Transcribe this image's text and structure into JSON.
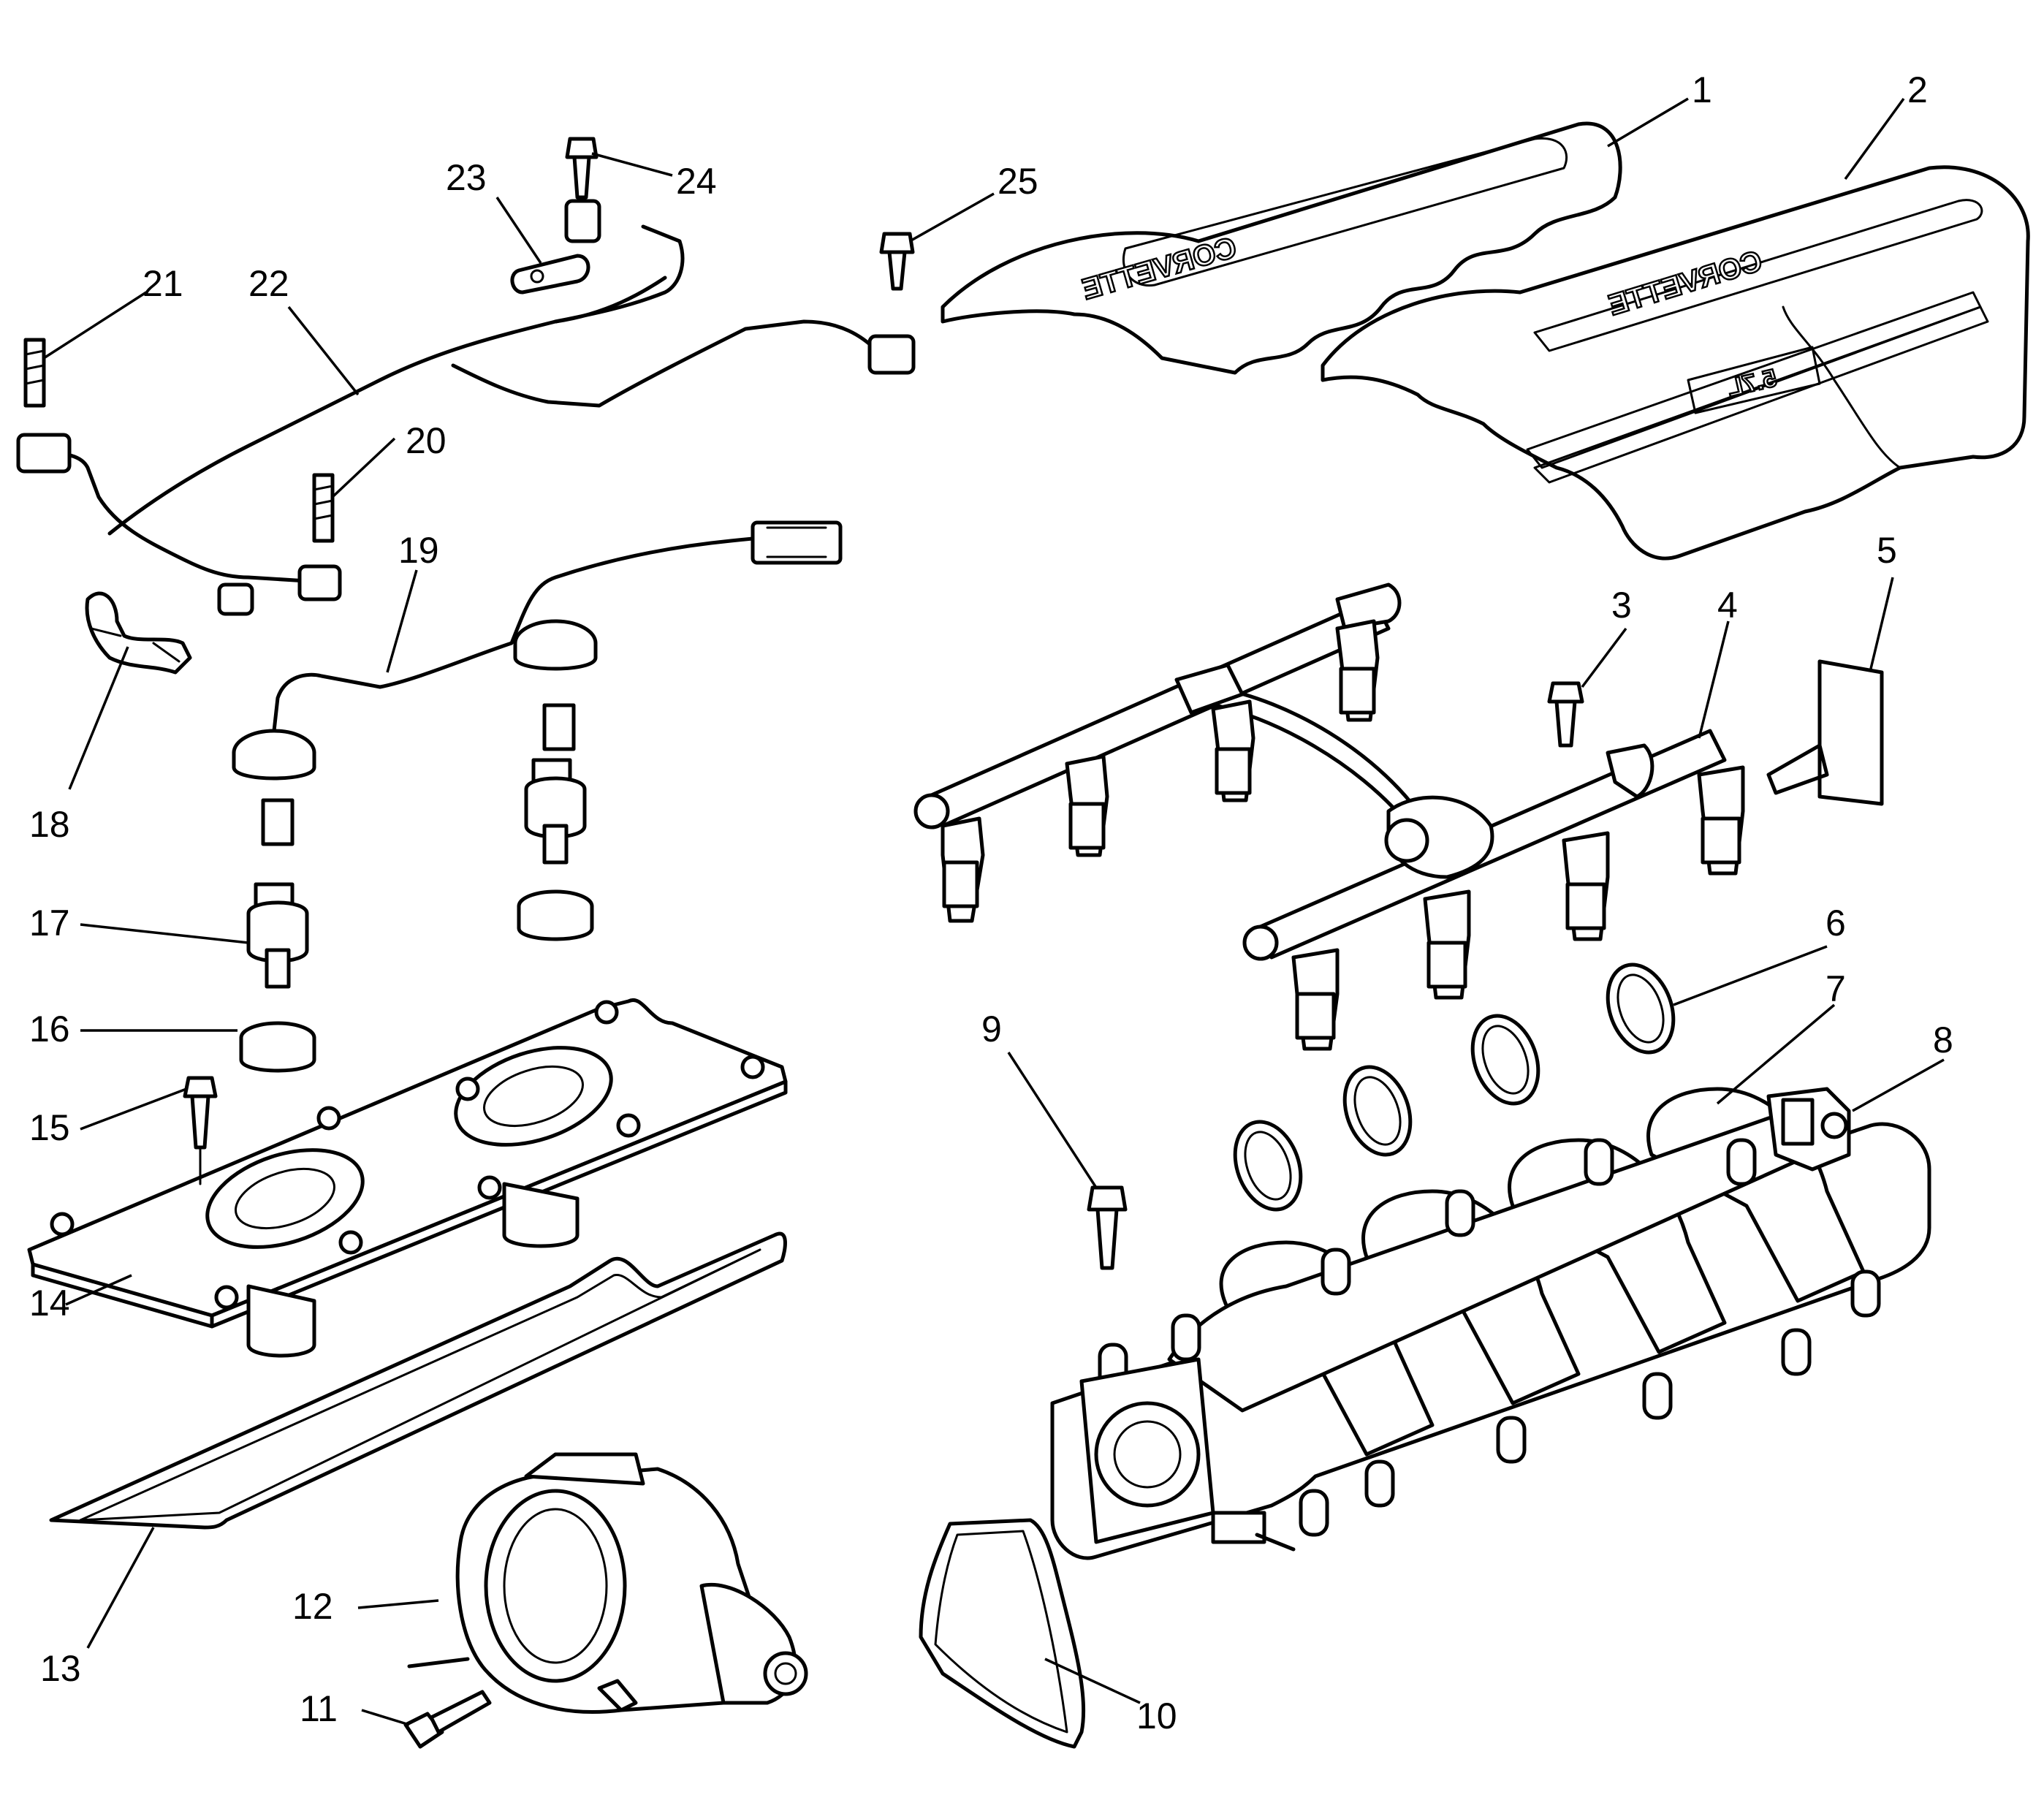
{
  "diagram": {
    "labels": [
      "1",
      "2",
      "3",
      "4",
      "5",
      "6",
      "7",
      "8",
      "9",
      "10",
      "11",
      "12",
      "13",
      "14",
      "15",
      "16",
      "17",
      "18",
      "19",
      "20",
      "21",
      "22",
      "23",
      "24",
      "25"
    ],
    "cover_text": "CORVETTE",
    "cover_text_rear": "CORVETTE",
    "badge_text": "5.7L"
  }
}
